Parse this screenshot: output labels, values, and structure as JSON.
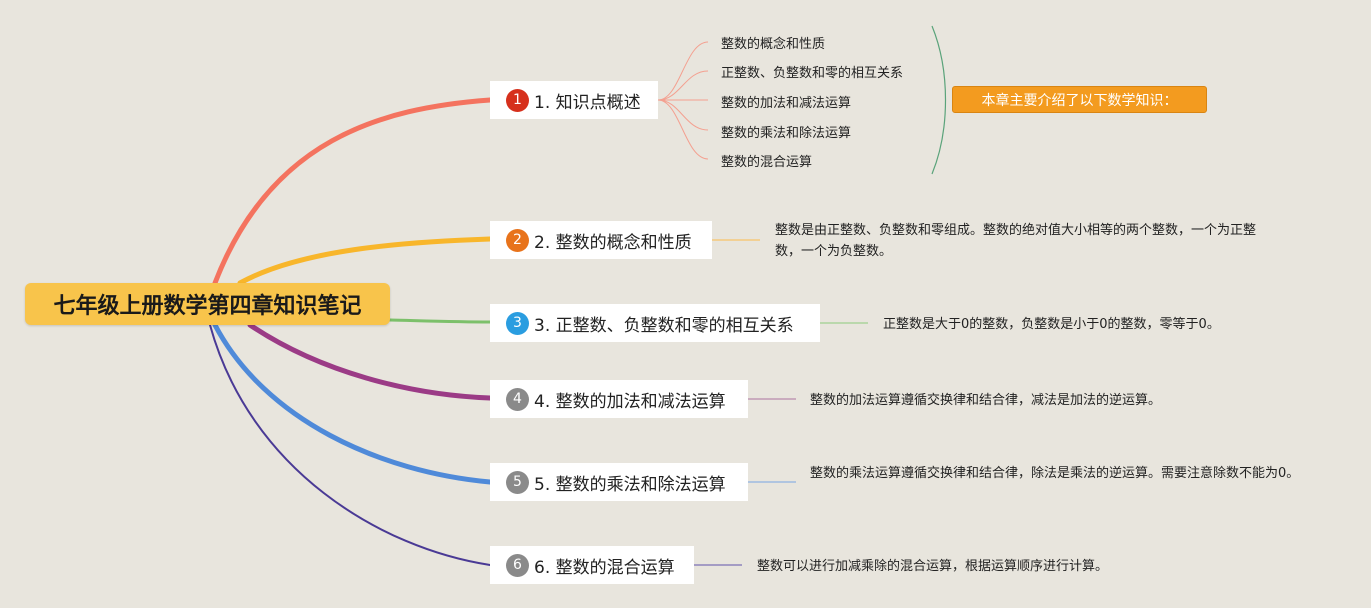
{
  "root": {
    "title": "七年级上册数学第四章知识笔记"
  },
  "topics": [
    {
      "num": "1",
      "label": "1. 知识点概述",
      "color": "#f4735f",
      "badge": "#d6301c"
    },
    {
      "num": "2",
      "label": "2. 整数的概念和性质",
      "color": "#f8b62b",
      "badge": "#e8731b"
    },
    {
      "num": "3",
      "label": "3. 正整数、负整数和零的相互关系",
      "color": "#7cc06a",
      "badge": "#2a9de0"
    },
    {
      "num": "4",
      "label": "4. 整数的加法和减法运算",
      "color": "#9b3b86",
      "badge": "#8a8a8a"
    },
    {
      "num": "5",
      "label": "5. 整数的乘法和除法运算",
      "color": "#4f8ad9",
      "badge": "#8a8a8a"
    },
    {
      "num": "6",
      "label": "6. 整数的混合运算",
      "color": "#4a3a95",
      "badge": "#8a8a8a"
    }
  ],
  "overview_items": [
    "整数的概念和性质",
    "正整数、负整数和零的相互关系",
    "整数的加法和减法运算",
    "整数的乘法和除法运算",
    "整数的混合运算"
  ],
  "callout": "本章主要介绍了以下数学知识：",
  "notes": [
    "整数是由正整数、负整数和零组成。整数的绝对值大小相等的两个整数，一个为正整数，一个为负整数。",
    "正整数是大于0的整数，负整数是小于0的整数，零等于0。",
    "整数的加法运算遵循交换律和结合律，减法是加法的逆运算。",
    "整数的乘法运算遵循交换律和结合律，除法是乘法的逆运算。需要注意除数不能为0。",
    "整数可以进行加减乘除的混合运算，根据运算顺序进行计算。"
  ]
}
